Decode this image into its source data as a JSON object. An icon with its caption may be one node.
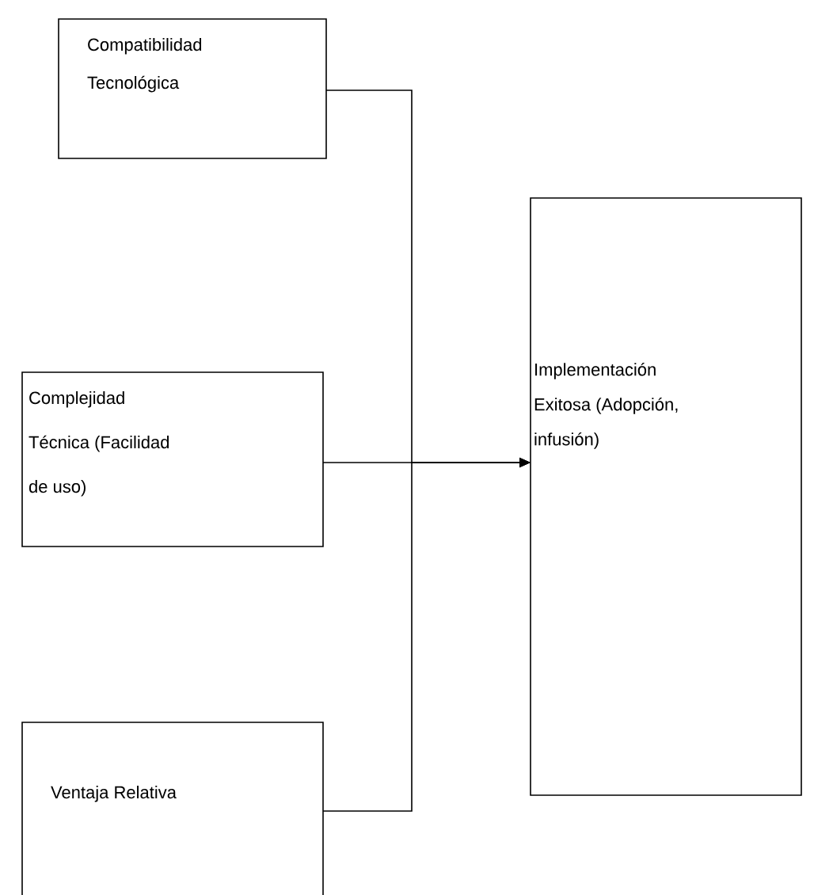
{
  "diagram": {
    "nodes": [
      {
        "text": [
          "Compatibilidad Tecnológica"
        ]
      },
      {
        "text": [
          "Complejidad Técnica (Facilidad de uso)"
        ]
      },
      {
        "text": [
          "Ventaja Relativa"
        ]
      },
      {
        "text": [
          "Implementación Exitosa (Adopción, infusión)"
        ]
      }
    ],
    "edges": [
      {
        "from": 0,
        "to": 3,
        "arrow": "to"
      },
      {
        "from": 1,
        "to": 3,
        "arrow": "to"
      },
      {
        "from": 2,
        "to": 3,
        "arrow": "to"
      }
    ]
  }
}
